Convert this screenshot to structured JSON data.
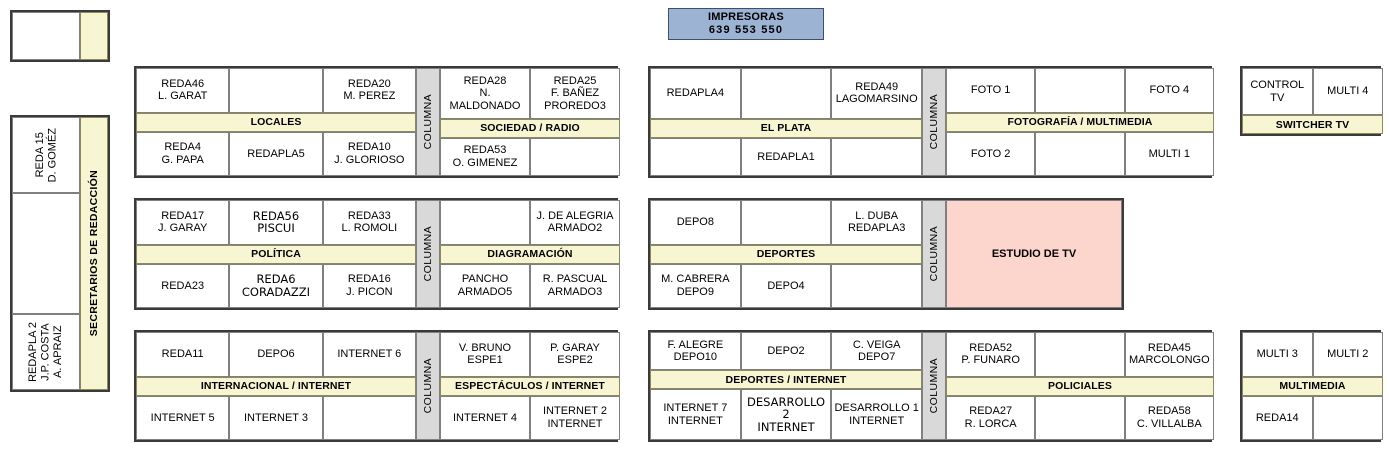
{
  "printers": {
    "title": "IMPRESORAS",
    "codes": "639  553  550"
  },
  "sidebar": {
    "top_empty_label": "",
    "label": "SECRETARIOS DE REDACCIÓN",
    "cells": [
      "REDA 15\nD. GOMÉZ",
      "",
      "REDAPLA 2\nJ.P. COSTA\nA. APRAIZ"
    ]
  },
  "blocks": [
    {
      "id": "locales-sociedad",
      "groups": [
        {
          "banner": "LOCALES",
          "top": [
            "REDA46\nL. GARAT",
            "",
            "REDA20\nM. PEREZ"
          ],
          "bottom": [
            "REDA4\nG. PAPA",
            "REDAPLA5",
            "REDA10\nJ. GLORIOSO"
          ]
        },
        {
          "banner": "SOCIEDAD / RADIO",
          "top": [
            "REDA28\nN. MALDONADO",
            "REDA25\nF. BAÑEZ\nPROREDO3"
          ],
          "bottom": [
            "REDA53\nO. GIMENEZ",
            ""
          ]
        }
      ],
      "columna": "COLUMNA"
    },
    {
      "id": "elplata-fotografia",
      "groups": [
        {
          "banner": "EL PLATA",
          "top": [
            "REDAPLA4",
            "",
            "REDA49\nLAGOMARSINO"
          ],
          "bottom": [
            "",
            "REDAPLA1",
            ""
          ]
        },
        {
          "banner": "FOTOGRAFÍA / MULTIMEDIA",
          "top": [
            "FOTO 1",
            "",
            "FOTO 4"
          ],
          "bottom": [
            "FOTO 2",
            "",
            "MULTI 1"
          ]
        }
      ],
      "columna": "COLUMNA"
    },
    {
      "id": "switcher-tv",
      "groups": [
        {
          "banner": "SWITCHER TV",
          "top": [
            "CONTROL TV",
            "MULTI 4"
          ],
          "bottom": []
        }
      ]
    },
    {
      "id": "politica-diagramacion",
      "groups": [
        {
          "banner": "POLÍTICA",
          "top": [
            "REDA17\nJ. GARAY",
            "REDA56\nPISCUI",
            "REDA33\nL. ROMOLI"
          ],
          "bottom": [
            "REDA23",
            "REDA6\nCORADAZZI",
            "REDA16\nJ. PICON"
          ]
        },
        {
          "banner": "DIAGRAMACIÓN",
          "top": [
            "",
            "J. DE ALEGRIA\nARMADO2"
          ],
          "bottom": [
            "PANCHO\nARMADO5",
            "R. PASCUAL\nARMADO3"
          ]
        }
      ],
      "columna": "COLUMNA"
    },
    {
      "id": "deportes-estudio",
      "groups": [
        {
          "banner": "DEPORTES",
          "top": [
            "DEPO8",
            "",
            "L. DUBA\nREDAPLA3"
          ],
          "bottom": [
            "M. CABRERA\nDEPO9",
            "DEPO4",
            ""
          ]
        }
      ],
      "columna": "COLUMNA",
      "studio": "ESTUDIO DE TV"
    },
    {
      "id": "internacional-espectaculos",
      "groups": [
        {
          "banner": "INTERNACIONAL / INTERNET",
          "top": [
            "REDA11",
            "DEPO6",
            "INTERNET 6"
          ],
          "bottom": [
            "INTERNET 5",
            "INTERNET 3",
            ""
          ]
        },
        {
          "banner": "ESPECTÁCULOS / INTERNET",
          "top": [
            "V. BRUNO\nESPE1",
            "P. GARAY\nESPE2"
          ],
          "bottom": [
            "INTERNET 4",
            "INTERNET 2\nINTERNET"
          ]
        }
      ],
      "columna": "COLUMNA"
    },
    {
      "id": "deportes-internet-policiales",
      "groups": [
        {
          "banner": "DEPORTES / INTERNET",
          "top": [
            "F. ALEGRE\nDEPO10",
            "DEPO2",
            "C. VEIGA\nDEPO7"
          ],
          "bottom": [
            "INTERNET 7\nINTERNET",
            "DESARROLLO 2\nINTERNET",
            "DESARROLLO 1\nINTERNET"
          ]
        },
        {
          "banner": "POLICIALES",
          "top": [
            "REDA52\nP. FUNARO",
            "",
            "REDA45\nMARCOLONGO"
          ],
          "bottom": [
            "REDA27\nR. LORCA",
            "",
            "REDA58\nC. VILLALBA"
          ]
        }
      ],
      "columna": "COLUMNA"
    },
    {
      "id": "multimedia",
      "groups": [
        {
          "banner": "MULTIMEDIA",
          "top": [
            "MULTI 3",
            "MULTI 2"
          ],
          "bottom": [
            "REDA14",
            ""
          ]
        }
      ]
    }
  ],
  "colors": {
    "banner_bg": "#f7f5d2",
    "columna_bg": "#d9d9d9",
    "studio_bg": "#fcd6cc",
    "printers_bg": "#9cb3d4"
  }
}
